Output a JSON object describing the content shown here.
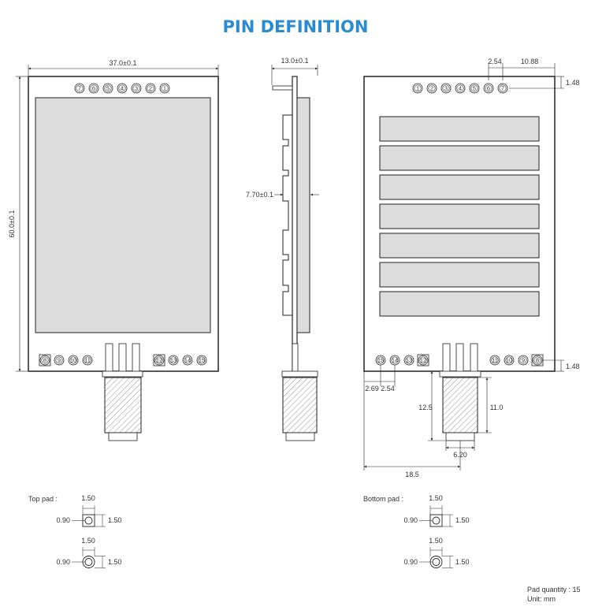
{
  "title": "PIN DEFINITION",
  "title_color": "#2a8bd0",
  "dims": {
    "front_width": "37.0±0.1",
    "front_height": "60.0±0.1",
    "side_width": "13.0±0.1",
    "side_offset": "7.70±0.1",
    "back_pitch": "2.54",
    "back_offset": "10.88",
    "back_top": "1.48",
    "back_bottom": "1.48",
    "back_left1": "2.69",
    "back_left2": "2.54",
    "conn_height1": "12.5",
    "conn_height2": "11.0",
    "conn_width": "6.20",
    "conn_pos": "18.5"
  },
  "front_top_pins": [
    "7",
    "6",
    "5",
    "4",
    "3",
    "2",
    "1"
  ],
  "front_bottom_left_pins": [
    "8",
    "9",
    "10",
    "11"
  ],
  "front_bottom_right_pins": [
    "12",
    "13",
    "14",
    "15"
  ],
  "back_top_pins": [
    "1",
    "2",
    "3",
    "4",
    "5",
    "6",
    "7"
  ],
  "back_bottom_left_pins": [
    "15",
    "14",
    "13",
    "12"
  ],
  "back_bottom_right_pins": [
    "11",
    "10",
    "9",
    "8"
  ],
  "top_pad": {
    "label": "Top pad :",
    "w": "1.50",
    "inner": "0.90",
    "h": "1.50",
    "w2": "1.50",
    "inner2": "0.90",
    "h2": "1.50"
  },
  "bottom_pad": {
    "label": "Bottom pad :",
    "w": "1.50",
    "inner": "0.90",
    "h": "1.50",
    "w2": "1.50",
    "inner2": "0.90",
    "h2": "1.50"
  },
  "footer": {
    "pad_quantity": "Pad quantity : 15",
    "unit": "Unit: mm"
  }
}
